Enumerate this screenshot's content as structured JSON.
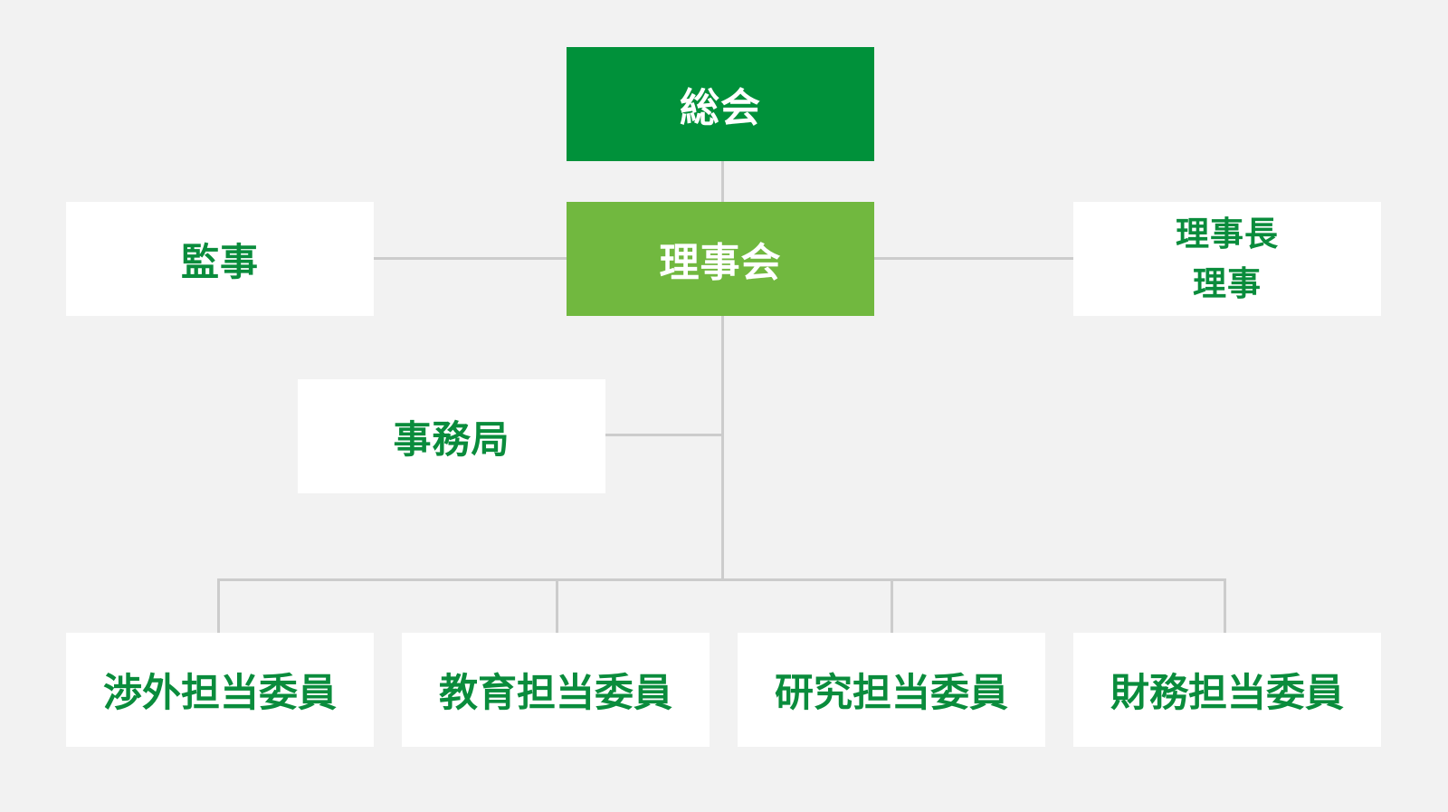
{
  "general_assembly": "総会",
  "board": "理事会",
  "auditor": "監事",
  "officers": [
    "理事長",
    "理事"
  ],
  "secretariat": "事務局",
  "committees": [
    "渉外担当委員",
    "教育担当委員",
    "研究担当委員",
    "財務担当委員"
  ],
  "colors": {
    "background": "#f2f2f2",
    "dark_green": "#00913a",
    "light_green": "#71b83f",
    "text_green": "#0a8c3c",
    "connector": "#cccccc"
  }
}
